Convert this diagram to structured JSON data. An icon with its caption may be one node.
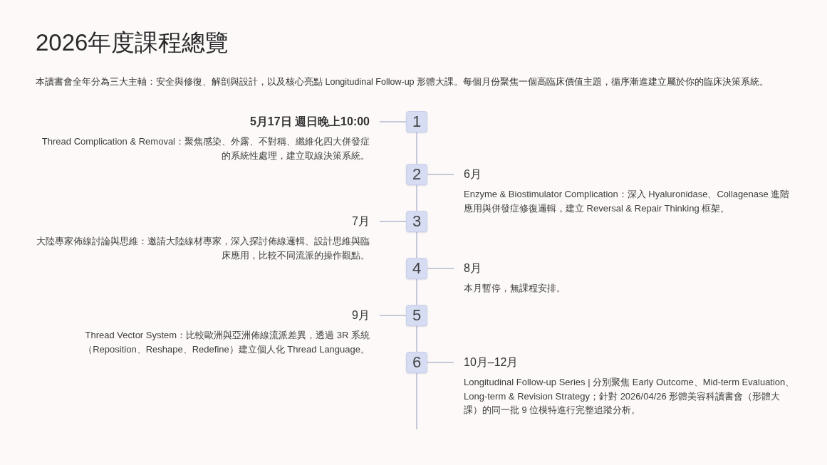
{
  "diagram": {
    "title": "2026年度課程總覽",
    "nodes": [
      {
        "text": [
          "1"
        ]
      },
      {
        "text": [
          "5月17日 週日晚上10:00",
          "Thread Complication & Removal：聚焦感染、外露、不對稱、纖維化四大併發症的系統性處理，建立取線決策系統。"
        ]
      },
      {
        "text": [
          "2"
        ]
      },
      {
        "text": [
          "6月",
          "Enzyme & Biostimulator Complication：深入 Hyaluronidase、Collagenase 進階應用與併發症修復邏輯，建立 Reversal & Repair Thinking 框架。"
        ]
      },
      {
        "text": [
          "3"
        ]
      },
      {
        "text": [
          "7月",
          "大陸專家佈線討論與思維：邀請大陸線材專家，深入探討佈線邏輯、設計思維與臨床應用，比較不同流派的操作觀點。"
        ]
      },
      {
        "text": [
          "4"
        ]
      },
      {
        "text": [
          "8月",
          "本月暫停，無課程安排。"
        ]
      },
      {
        "text": [
          "5"
        ]
      },
      {
        "text": [
          "9月",
          "Thread Vector System：比較歐洲與亞洲佈線流派差異，透過 3R 系統（Reposition、Reshape、Redefine）建立個人化 Thread Language。"
        ]
      },
      {
        "text": [
          "6"
        ]
      },
      {
        "text": [
          "10月–12月",
          "Longitudinal Follow-up Series | 分別聚焦 Early Outcome、Mid-term Evaluation、Long-term & Revision Strategy；針對 2026/04/26 形體美容科讀書會（形體大課）的同一批 9 位模特進行完整追蹤分析。"
        ]
      }
    ],
    "edges": [
      {
        "from": 0,
        "to": 1,
        "arrow": "none"
      },
      {
        "from": 0,
        "to": 2,
        "arrow": "none"
      },
      {
        "from": 2,
        "to": 3,
        "arrow": "none"
      },
      {
        "from": 2,
        "to": 4,
        "arrow": "none"
      },
      {
        "from": 4,
        "to": 5,
        "arrow": "none"
      },
      {
        "from": 4,
        "to": 6,
        "arrow": "none"
      },
      {
        "from": 6,
        "to": 7,
        "arrow": "none"
      },
      {
        "from": 6,
        "to": 8,
        "arrow": "none"
      },
      {
        "from": 8,
        "to": 9,
        "arrow": "none"
      },
      {
        "from": 8,
        "to": 10,
        "arrow": "none"
      },
      {
        "from": 10,
        "to": 11,
        "arrow": "none"
      },
      {
        "from": 10,
        "to": null,
        "arrow": "none"
      }
    ],
    "labels": [
      "本讀書會全年分為三大主軸：安全與修復、解剖與設計，以及核心亮點 Longitudinal Follow-up 形體大課。每個月份聚焦一個高臨床價值主題，循序漸進建立屬於你的臨床決策系統。"
    ]
  }
}
